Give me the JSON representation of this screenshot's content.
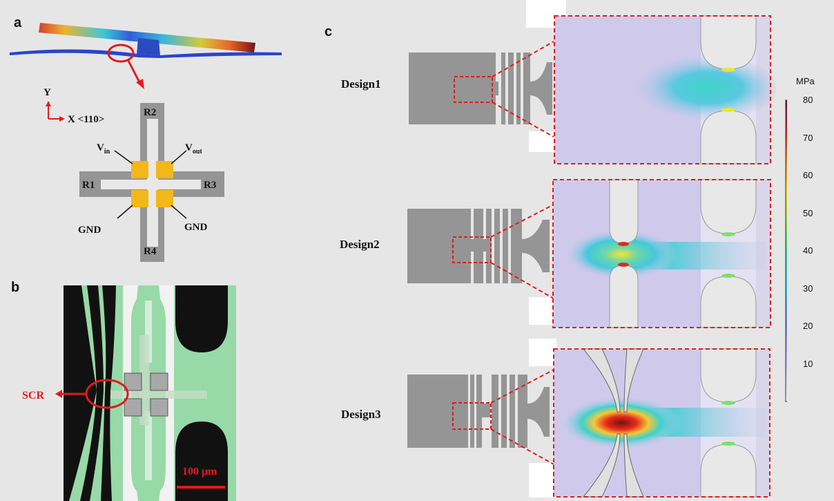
{
  "panels": {
    "a": "a",
    "b": "b",
    "c": "c"
  },
  "panel_a": {
    "axis_y": "Y",
    "axis_x": "X <110>",
    "resistors": {
      "r1": "R1",
      "r2": "R2",
      "r3": "R3",
      "r4": "R4"
    },
    "vin_main": "V",
    "vin_sub": "in",
    "vout_main": "V",
    "vout_sub": "out",
    "gnd_left": "GND",
    "gnd_right": "GND"
  },
  "panel_b": {
    "scr_label": "SCR",
    "scale_bar": "100 μm"
  },
  "panel_c": {
    "designs": [
      "Design1",
      "Design2",
      "Design3"
    ],
    "colorbar": {
      "unit": "MPa",
      "ticks": [
        "80",
        "70",
        "60",
        "50",
        "40",
        "30",
        "20",
        "10"
      ],
      "min": 0,
      "max": 80
    }
  },
  "colors": {
    "background": "#e6e6e6",
    "structure_gray": "#959595",
    "pad_gold": "#f2b81a",
    "callout_red": "#e01b1b",
    "substrate_green": "#98d9a8"
  }
}
